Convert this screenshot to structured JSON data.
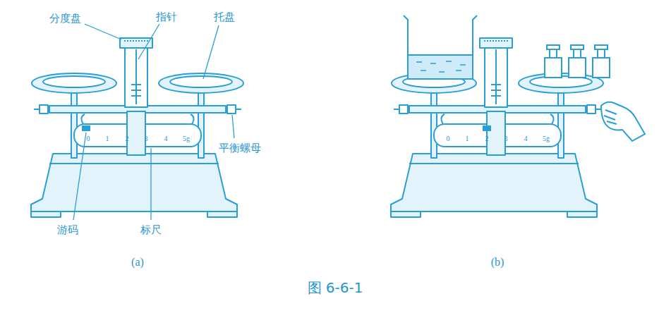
{
  "diagram": {
    "caption": "图 6-6-1",
    "labels": [
      "分度盘",
      "指针",
      "托盘",
      "平衡螺母",
      "游码",
      "标尺",
      "0",
      "1",
      "2",
      "3",
      "4",
      "5g",
      "(a)",
      "0",
      "1",
      "2",
      "3",
      "4",
      "5g",
      "(b)"
    ]
  }
}
